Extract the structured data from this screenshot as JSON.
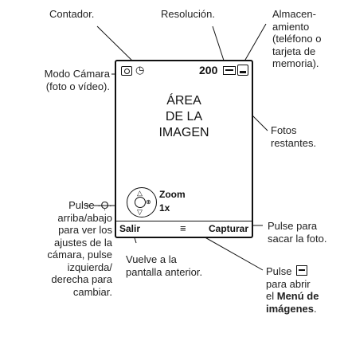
{
  "callouts": {
    "counter": "Contador.",
    "resolution": "Resolución.",
    "storage": [
      "Almacen-",
      "amiento",
      "(teléfono o",
      "tarjeta de",
      "memoria)."
    ],
    "camera_mode": [
      "Modo Cámara",
      "(foto o vídeo)."
    ],
    "remaining": [
      "Fotos",
      "restantes."
    ],
    "nav_key": [
      "Pulse ·Ọ·",
      "arriba/abajo",
      "para ver los",
      "ajustes de la",
      "cámara, pulse",
      "izquierda/",
      "derecha para",
      "cambiar."
    ],
    "back": [
      "Vuelve a la",
      "pantalla anterior."
    ],
    "capture": [
      "Pulse para",
      "sacar la foto."
    ],
    "menu_prefix": "Pulse",
    "menu_lines": [
      "para abrir",
      "el"
    ],
    "menu_bold": "Menú de",
    "menu_bold2": "imágenes",
    "menu_end": "."
  },
  "screen": {
    "count": "200",
    "image_area": [
      "ÁREA",
      "DE LA",
      "IMAGEN"
    ],
    "zoom_label": "Zoom",
    "zoom_value": "1x",
    "left_softkey": "Salir",
    "menu_glyph": "≡",
    "right_softkey": "Capturar"
  }
}
